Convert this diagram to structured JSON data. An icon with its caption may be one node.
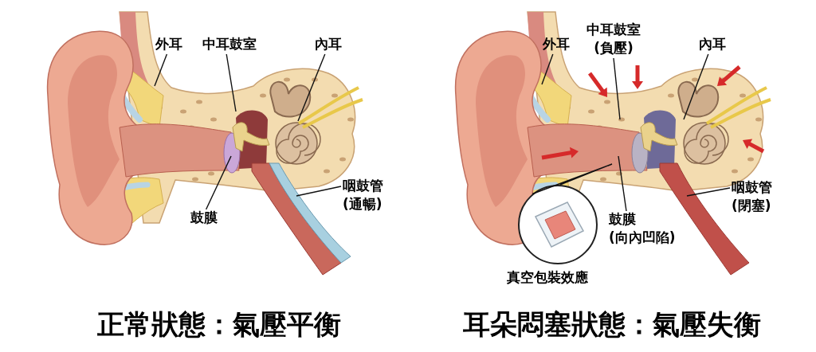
{
  "diagram": {
    "nodes": [
      {
        "text": [
          "外耳"
        ]
      },
      {
        "text": [
          "中耳鼓室"
        ]
      },
      {
        "text": [
          "內耳"
        ]
      },
      {
        "text": [
          "鼓膜"
        ]
      },
      {
        "text": [
          "咽鼓管",
          "(通暢)"
        ]
      },
      {
        "text": [
          "外耳"
        ]
      },
      {
        "text": [
          "中耳鼓室",
          "(負壓)"
        ]
      },
      {
        "text": [
          "內耳"
        ]
      },
      {
        "text": [
          "鼓膜",
          "(向內凹陷)"
        ]
      },
      {
        "text": [
          "咽鼓管",
          "(閉塞)"
        ]
      },
      {
        "text": [],
        "shape": "circle",
        "beside": [
          "真空包裝效應"
        ]
      }
    ],
    "edges": [
      {
        "from": 0,
        "to": null,
        "arrow": "none"
      },
      {
        "from": 1,
        "to": null,
        "arrow": "none"
      },
      {
        "from": 2,
        "to": null,
        "arrow": "none"
      },
      {
        "from": 3,
        "to": null,
        "arrow": "none"
      },
      {
        "from": 4,
        "to": null,
        "arrow": "none"
      },
      {
        "from": 5,
        "to": null,
        "arrow": "none"
      },
      {
        "from": 6,
        "to": null,
        "arrow": "none"
      },
      {
        "from": 7,
        "to": null,
        "arrow": "none"
      },
      {
        "from": 8,
        "to": null,
        "arrow": "none"
      },
      {
        "from": 9,
        "to": null,
        "arrow": "none"
      },
      {
        "from": 10,
        "to": null,
        "arrow": "none"
      }
    ],
    "labels": [
      "正常狀態：氣壓平衡",
      "耳朵悶塞狀態：氣壓失衡"
    ]
  }
}
